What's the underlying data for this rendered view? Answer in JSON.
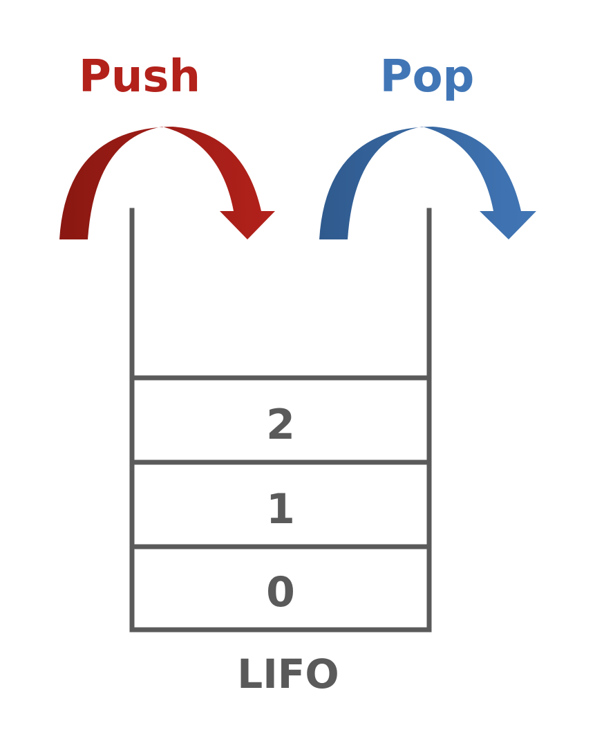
{
  "diagram": {
    "push_label": "Push",
    "pop_label": "Pop",
    "stack_items": [
      "2",
      "1",
      "0"
    ],
    "caption": "LIFO"
  },
  "colors": {
    "push": "#b3211b",
    "push_dark": "#8a1812",
    "pop": "#4176b6",
    "pop_dark": "#2f5a8e",
    "stack_line": "#5a5a5a",
    "text": "#5a5a5a"
  },
  "icons": {
    "push_arrow": "curved-arrow-right-icon",
    "pop_arrow": "curved-arrow-right-icon"
  }
}
